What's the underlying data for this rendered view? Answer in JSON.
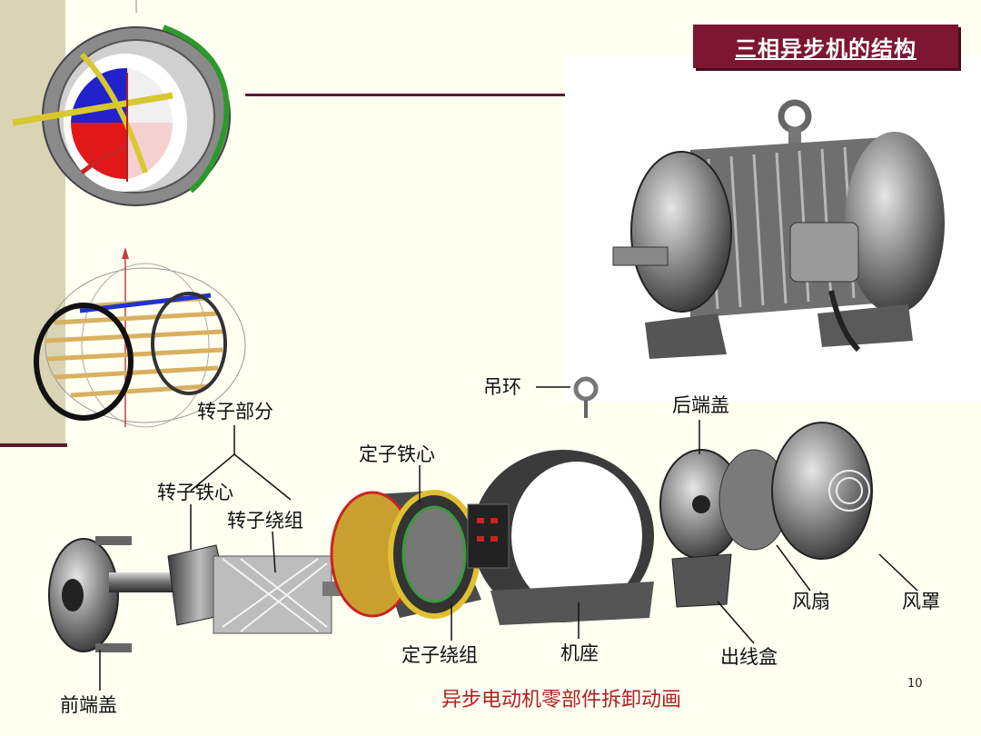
{
  "slide": {
    "title": "三相异步机的结构",
    "caption": "异步电动机零部件拆卸动画",
    "page_number": "10"
  },
  "labels": {
    "lifting_ring": "吊环",
    "rear_end_cover": "后端盖",
    "rotor_part": "转子部分",
    "stator_core": "定子铁心",
    "rotor_core": "转子铁心",
    "rotor_winding": "转子绕组",
    "front_end_cover": "前端盖",
    "stator_winding": "定子绕组",
    "frame": "机座",
    "fan": "风扇",
    "fan_cover": "风罩",
    "terminal_box": "出线盒"
  },
  "colors": {
    "accent": "#7d1630",
    "side_band": "#d9d4b4",
    "background": "#fffff2",
    "caption": "#b02020"
  }
}
